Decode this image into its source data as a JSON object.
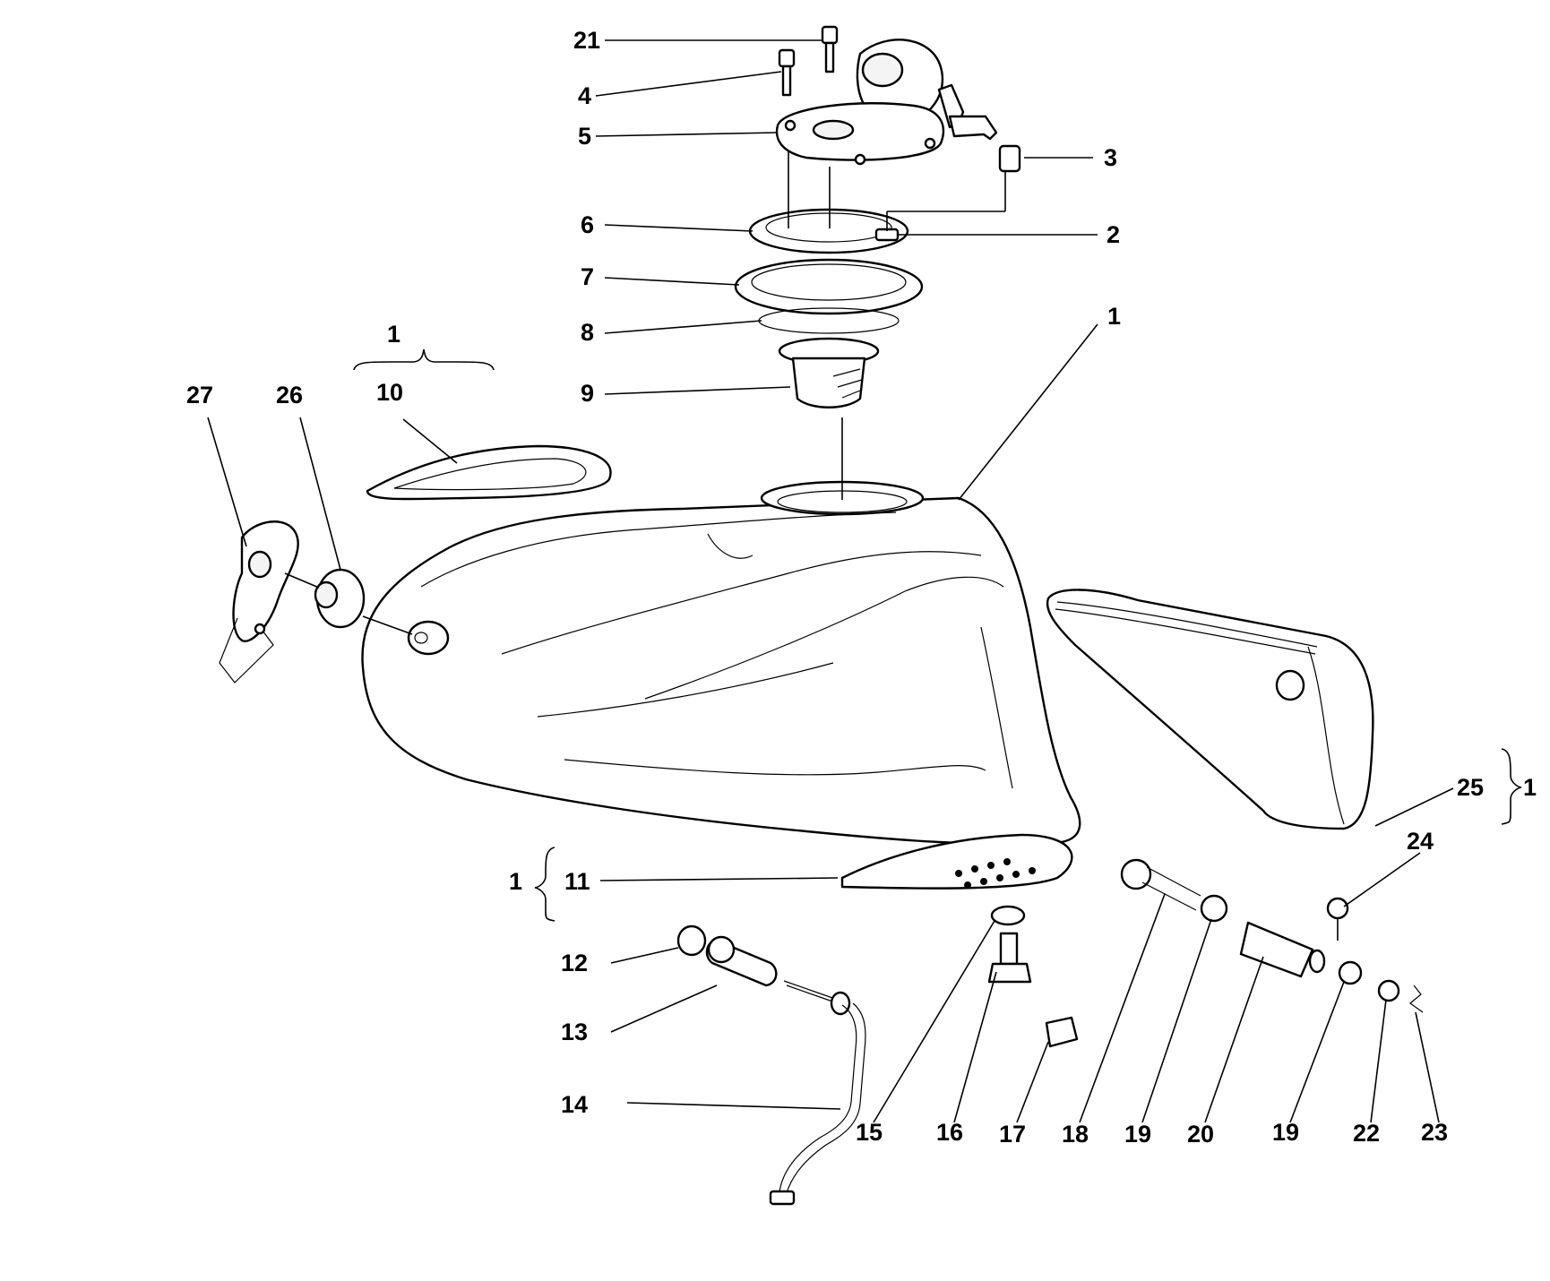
{
  "callouts": [
    {
      "id": "c21",
      "text": "21"
    },
    {
      "id": "c4",
      "text": "4"
    },
    {
      "id": "c5",
      "text": "5"
    },
    {
      "id": "c3",
      "text": "3"
    },
    {
      "id": "c6",
      "text": "6"
    },
    {
      "id": "c2",
      "text": "2"
    },
    {
      "id": "c7",
      "text": "7"
    },
    {
      "id": "c8",
      "text": "8"
    },
    {
      "id": "c1-tank",
      "text": "1"
    },
    {
      "id": "c9",
      "text": "9"
    },
    {
      "id": "c1-group-top",
      "text": "1"
    },
    {
      "id": "c10",
      "text": "10"
    },
    {
      "id": "c27",
      "text": "27"
    },
    {
      "id": "c26",
      "text": "26"
    },
    {
      "id": "c25",
      "text": "25"
    },
    {
      "id": "c1-group-right",
      "text": "1"
    },
    {
      "id": "c24",
      "text": "24"
    },
    {
      "id": "c1-group-left",
      "text": "1"
    },
    {
      "id": "c11",
      "text": "11"
    },
    {
      "id": "c12",
      "text": "12"
    },
    {
      "id": "c13",
      "text": "13"
    },
    {
      "id": "c14",
      "text": "14"
    },
    {
      "id": "c15",
      "text": "15"
    },
    {
      "id": "c16",
      "text": "16"
    },
    {
      "id": "c17",
      "text": "17"
    },
    {
      "id": "c18",
      "text": "18"
    },
    {
      "id": "c19a",
      "text": "19"
    },
    {
      "id": "c20",
      "text": "20"
    },
    {
      "id": "c19b",
      "text": "19"
    },
    {
      "id": "c22",
      "text": "22"
    },
    {
      "id": "c23",
      "text": "23"
    }
  ]
}
